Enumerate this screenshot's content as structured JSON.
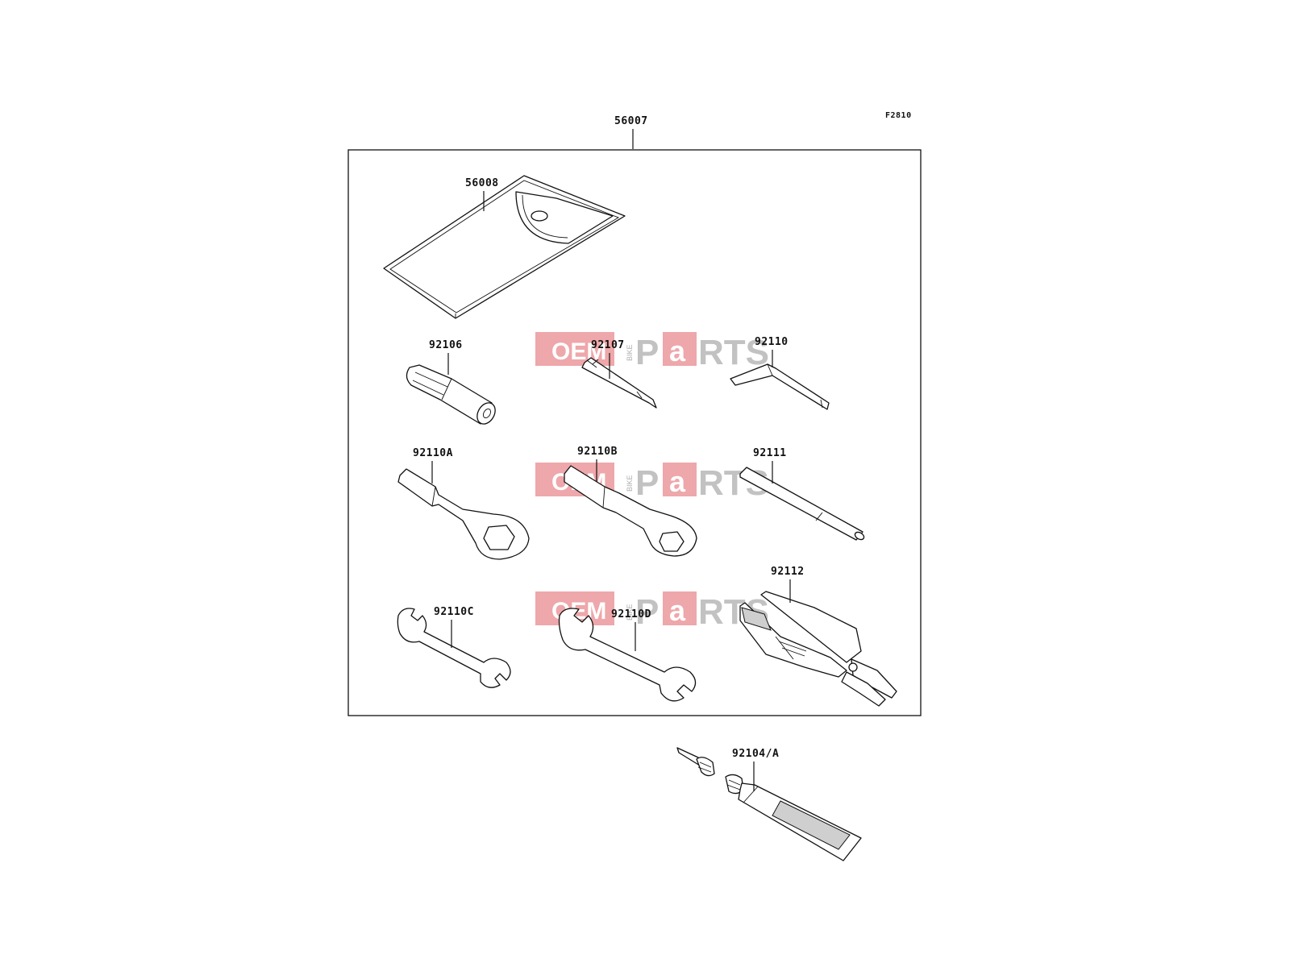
{
  "diagram": {
    "figure_ref": "F2810",
    "parts": {
      "kit": "56007",
      "bag": "56008",
      "driver_handle": "92106",
      "driver": "92107",
      "hex_key": "92110",
      "box_wrench_a": "92110A",
      "box_wrench_b": "92110B",
      "bar": "92111",
      "wrench_c": "92110C",
      "wrench_d": "92110D",
      "pliers": "92112",
      "tube": "92104/A"
    }
  },
  "watermark": {
    "oem": "OEM",
    "bike": "BIKE",
    "p": "P",
    "a": "a",
    "rts": "RTS"
  }
}
